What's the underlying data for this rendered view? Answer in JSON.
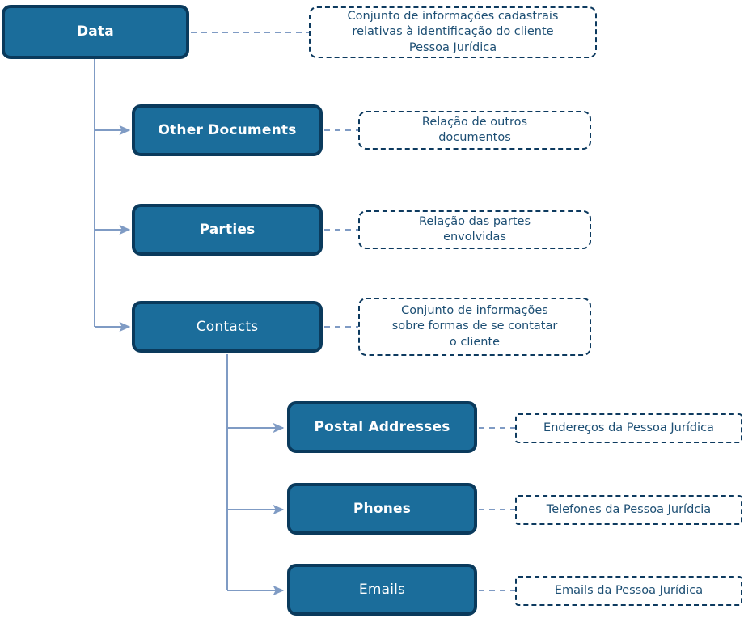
{
  "diagram": {
    "type": "hierarchy-tree",
    "title": "Data hierarchy of Pessoa Jurídica client records",
    "colors": {
      "node_fill": "#1b6d9b",
      "node_border": "#0a3a5c",
      "connector": "#7f9bc4",
      "note_border": "#0d3a5f",
      "note_text": "#1d4f74",
      "node_text": "#ffffff",
      "background": "#ffffff"
    },
    "nodes": [
      {
        "id": "data",
        "label": "Data",
        "level": 0,
        "weight": "bold"
      },
      {
        "id": "other-documents",
        "label": "Other Documents",
        "level": 1,
        "weight": "bold"
      },
      {
        "id": "parties",
        "label": "Parties",
        "level": 1,
        "weight": "bold"
      },
      {
        "id": "contacts",
        "label": "Contacts",
        "level": 1,
        "weight": "regular"
      },
      {
        "id": "postal-addresses",
        "label": "Postal Addresses",
        "level": 2,
        "weight": "bold"
      },
      {
        "id": "phones",
        "label": "Phones",
        "level": 2,
        "weight": "bold"
      },
      {
        "id": "emails",
        "label": "Emails",
        "level": 2,
        "weight": "regular"
      }
    ],
    "notes": [
      {
        "id": "note-data",
        "for": "data",
        "text": "Conjunto de informações cadastrais\nrelativas à identificação do cliente\nPessoa Jurídica"
      },
      {
        "id": "note-other-documents",
        "for": "other-documents",
        "text": "Relação de outros\ndocumentos"
      },
      {
        "id": "note-parties",
        "for": "parties",
        "text": "Relação das partes\nenvolvidas"
      },
      {
        "id": "note-contacts",
        "for": "contacts",
        "text": "Conjunto de informações\nsobre formas de se contatar\no cliente"
      },
      {
        "id": "note-postal-addresses",
        "for": "postal-addresses",
        "text": "Endereços da Pessoa Jurídica"
      },
      {
        "id": "note-phones",
        "for": "phones",
        "text": "Telefones da Pessoa Jurídcia"
      },
      {
        "id": "note-emails",
        "for": "emails",
        "text": "Emails da Pessoa Jurídica"
      }
    ],
    "edges": [
      {
        "from": "data",
        "to": "other-documents",
        "style": "solid-arrow"
      },
      {
        "from": "data",
        "to": "parties",
        "style": "solid-arrow"
      },
      {
        "from": "data",
        "to": "contacts",
        "style": "solid-arrow"
      },
      {
        "from": "contacts",
        "to": "postal-addresses",
        "style": "solid-arrow"
      },
      {
        "from": "contacts",
        "to": "phones",
        "style": "solid-arrow"
      },
      {
        "from": "contacts",
        "to": "emails",
        "style": "solid-arrow"
      },
      {
        "from": "data",
        "to": "note-data",
        "style": "dashed"
      },
      {
        "from": "other-documents",
        "to": "note-other-documents",
        "style": "dashed"
      },
      {
        "from": "parties",
        "to": "note-parties",
        "style": "dashed"
      },
      {
        "from": "contacts",
        "to": "note-contacts",
        "style": "dashed"
      },
      {
        "from": "postal-addresses",
        "to": "note-postal-addresses",
        "style": "dashed"
      },
      {
        "from": "phones",
        "to": "note-phones",
        "style": "dashed"
      },
      {
        "from": "emails",
        "to": "note-emails",
        "style": "dashed"
      }
    ]
  }
}
